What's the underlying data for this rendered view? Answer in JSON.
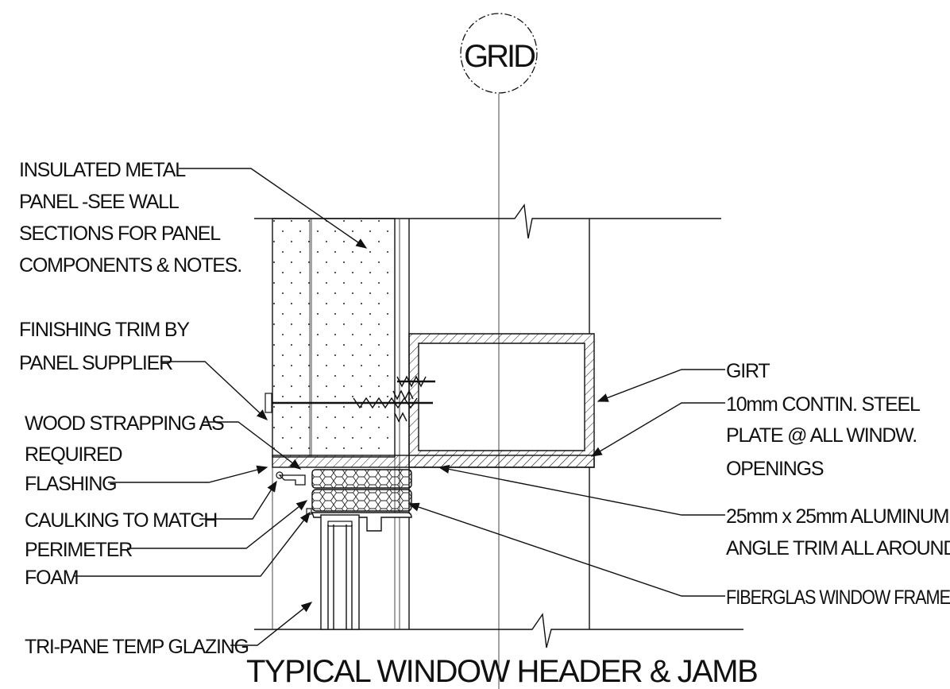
{
  "grid_label": "GRID",
  "title": "TYPICAL WINDOW HEADER & JAMB",
  "labels": {
    "insulated_panel": [
      "INSULATED METAL",
      "PANEL -SEE WALL",
      "SECTIONS FOR PANEL",
      "COMPONENTS & NOTES."
    ],
    "finishing_trim": [
      "FINISHING TRIM BY",
      "PANEL SUPPLIER"
    ],
    "wood_strapping": [
      "WOOD STRAPPING AS",
      "REQUIRED"
    ],
    "flashing": "FLASHING",
    "caulking": "CAULKING TO MATCH",
    "perimeter": "PERIMETER",
    "foam": "FOAM",
    "glazing": "TRI-PANE TEMP GLAZING",
    "girt": "GIRT",
    "steel_plate": [
      "10mm CONTIN. STEEL",
      "PLATE @ ALL WINDW.",
      "OPENINGS"
    ],
    "angle_trim": [
      "25mm x 25mm ALUMINUM",
      "ANGLE TRIM ALL AROUND"
    ],
    "window_frame": "FIBERGLAS WINDOW FRAME"
  }
}
